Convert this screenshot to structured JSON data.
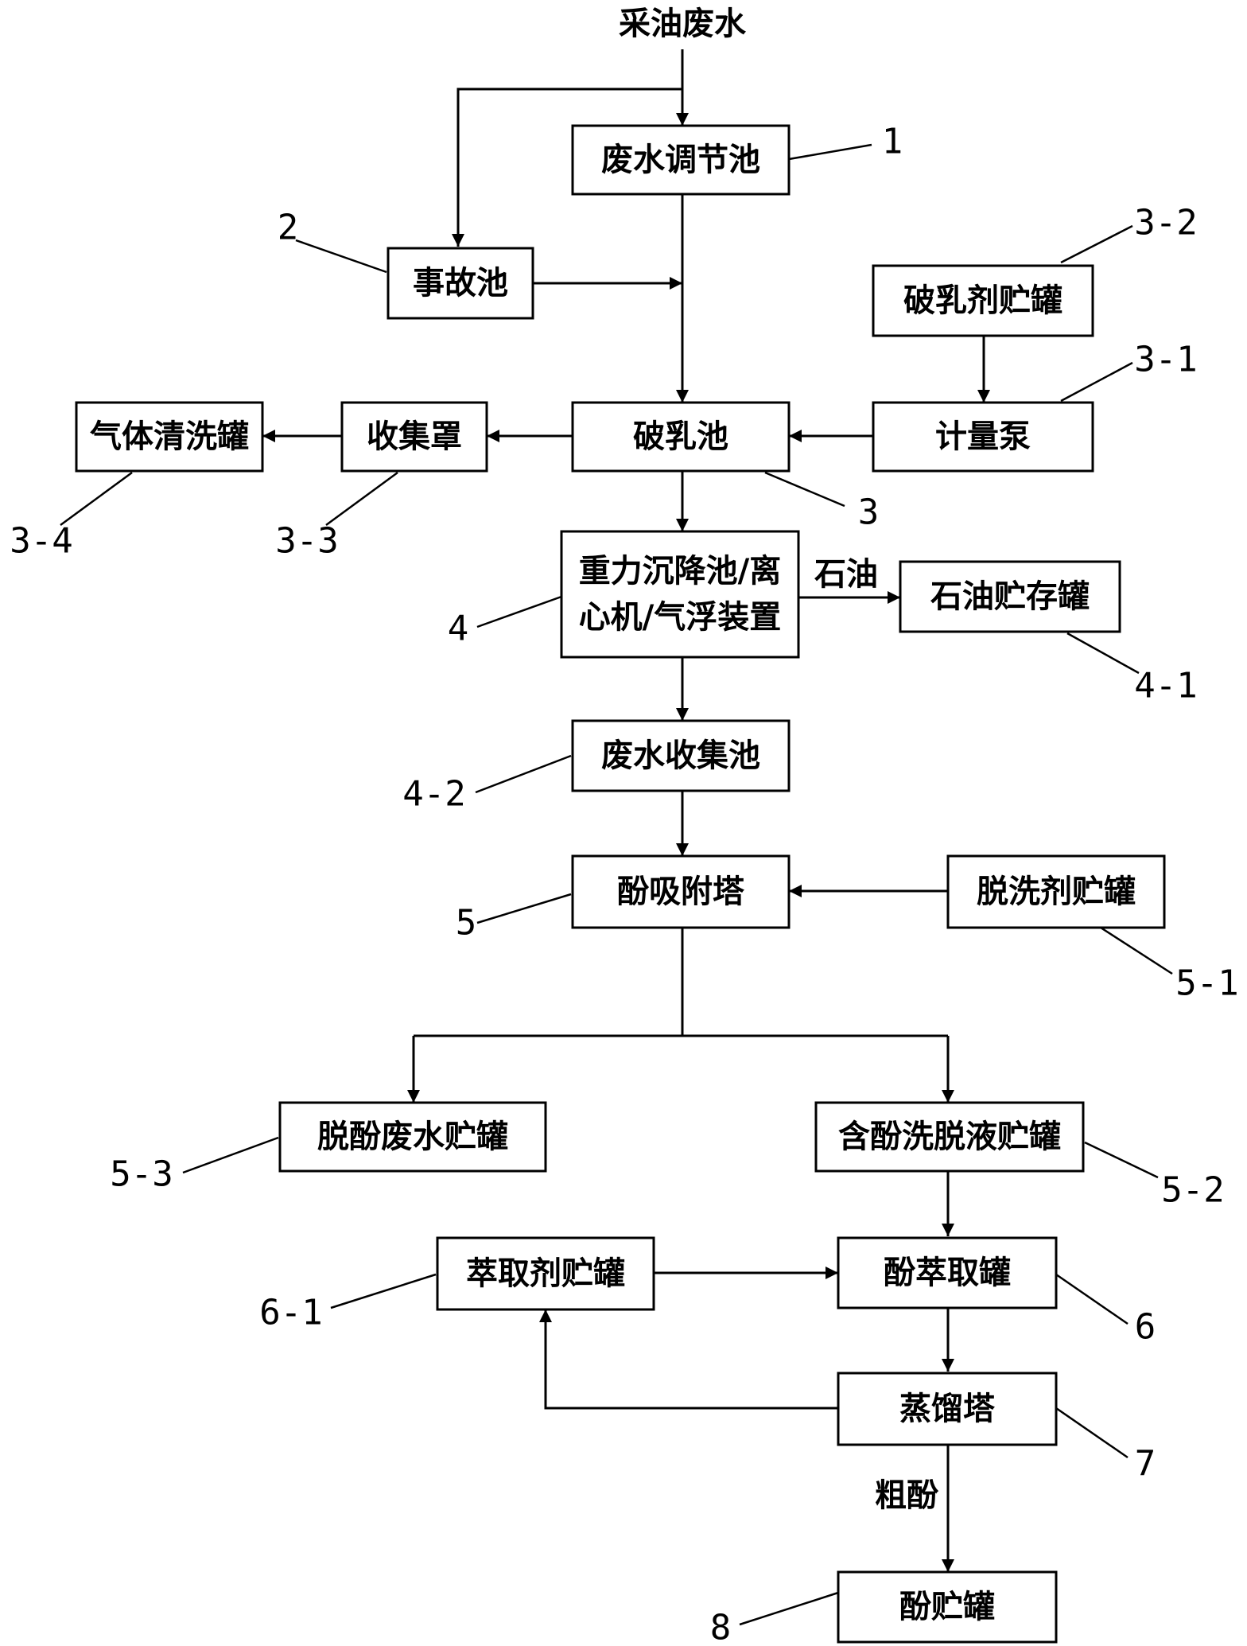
{
  "input_label": "采油废水",
  "boxes": {
    "b1": "废水调节池",
    "b2": "事故池",
    "b3_2": "破乳剂贮罐",
    "b3_1": "计量泵",
    "b3": "破乳池",
    "b3_3": "收集罩",
    "b3_4": "气体清洗罐",
    "b4_line1": "重力沉降池/离",
    "b4_line2": "心机/气浮装置",
    "b4_1": "石油贮存罐",
    "b4_2": "废水收集池",
    "b5": "酚吸附塔",
    "b5_1": "脱洗剂贮罐",
    "b5_3": "脱酚废水贮罐",
    "b5_2": "含酚洗脱液贮罐",
    "b6_1": "萃取剂贮罐",
    "b6": "酚萃取罐",
    "b7": "蒸馏塔",
    "b8": "酚贮罐"
  },
  "flow_labels": {
    "oil": "石油",
    "crude_phenol": "粗酚"
  },
  "refs": {
    "r1": "1",
    "r2": "2",
    "r3": "3",
    "r3_1": "3-1",
    "r3_2": "3-2",
    "r3_3": "3-3",
    "r3_4": "3-4",
    "r4": "4",
    "r4_1": "4-1",
    "r4_2": "4-2",
    "r5": "5",
    "r5_1": "5-1",
    "r5_2": "5-2",
    "r5_3": "5-3",
    "r6": "6",
    "r6_1": "6-1",
    "r7": "7",
    "r8": "8"
  }
}
